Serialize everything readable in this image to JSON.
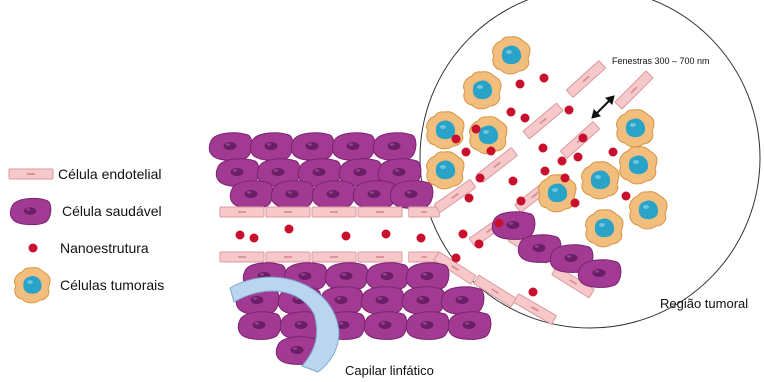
{
  "legend": {
    "endothelial_label": "Célula endotelial",
    "healthy_label": "Célula saudável",
    "nano_label": "Nanoestrutura",
    "tumor_label": "Células tumorais"
  },
  "labels": {
    "fenestras": "Fenestras 300 – 700 nm",
    "tumor_region": "Região tumoral",
    "lymphatic": "Capilar linfático"
  },
  "colors": {
    "healthy_cell": "#a23a93",
    "healthy_nucleus": "#6a1e66",
    "endothelial": "#f7c8ca",
    "endothelial_stroke": "#d99a9d",
    "nanostructure": "#c8102e",
    "tumor_cell": "#f2be7d",
    "tumor_nucleus": "#2aa3c8",
    "lymphatic": "#b9d6ee"
  },
  "icons": [
    "endothelial-cell-icon",
    "healthy-cell-icon",
    "nanostructure-icon",
    "tumor-cell-icon",
    "double-arrow-icon",
    "lymphatic-capillary-icon"
  ]
}
